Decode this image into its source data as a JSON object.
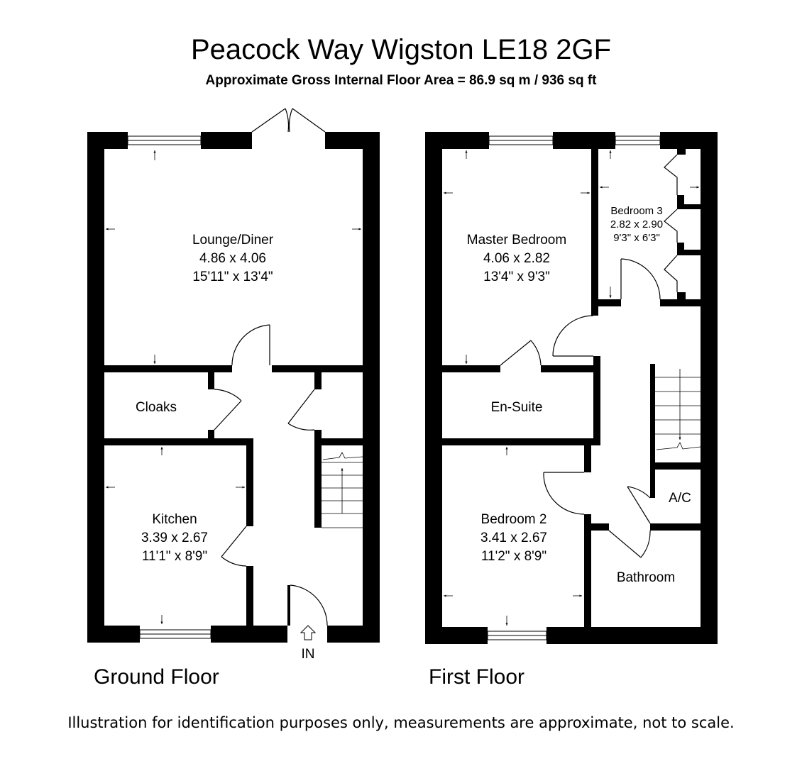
{
  "header": {
    "title": "Peacock Way Wigston LE18 2GF",
    "area": "Approximate Gross Internal Floor Area = 86.9  sq m / 936 sq ft"
  },
  "floors": {
    "ground": {
      "label": "Ground Floor",
      "entrance": "IN",
      "rooms": {
        "lounge": {
          "name": "Lounge/Diner",
          "metric": "4.86 x 4.06",
          "imperial": "15'11\" x 13'4\""
        },
        "cloaks": {
          "name": "Cloaks"
        },
        "kitchen": {
          "name": "Kitchen",
          "metric": "3.39 x 2.67",
          "imperial": "11'1\" x 8'9\""
        }
      }
    },
    "first": {
      "label": "First Floor",
      "rooms": {
        "master": {
          "name": "Master Bedroom",
          "metric": "4.06 x 2.82",
          "imperial": "13'4\" x 9'3\""
        },
        "bedroom3": {
          "name": "Bedroom 3",
          "metric": "2.82 x 2.90",
          "imperial": "9'3\" x 6'3\""
        },
        "ensuite": {
          "name": "En-Suite"
        },
        "bedroom2": {
          "name": "Bedroom 2",
          "metric": "3.41 x 2.67",
          "imperial": "11'2\" x 8'9\""
        },
        "ac": {
          "name": "A/C"
        },
        "bathroom": {
          "name": "Bathroom"
        }
      }
    }
  },
  "footer": {
    "disclaimer": "Illustration for identification purposes only, measurements are approximate, not to scale."
  }
}
